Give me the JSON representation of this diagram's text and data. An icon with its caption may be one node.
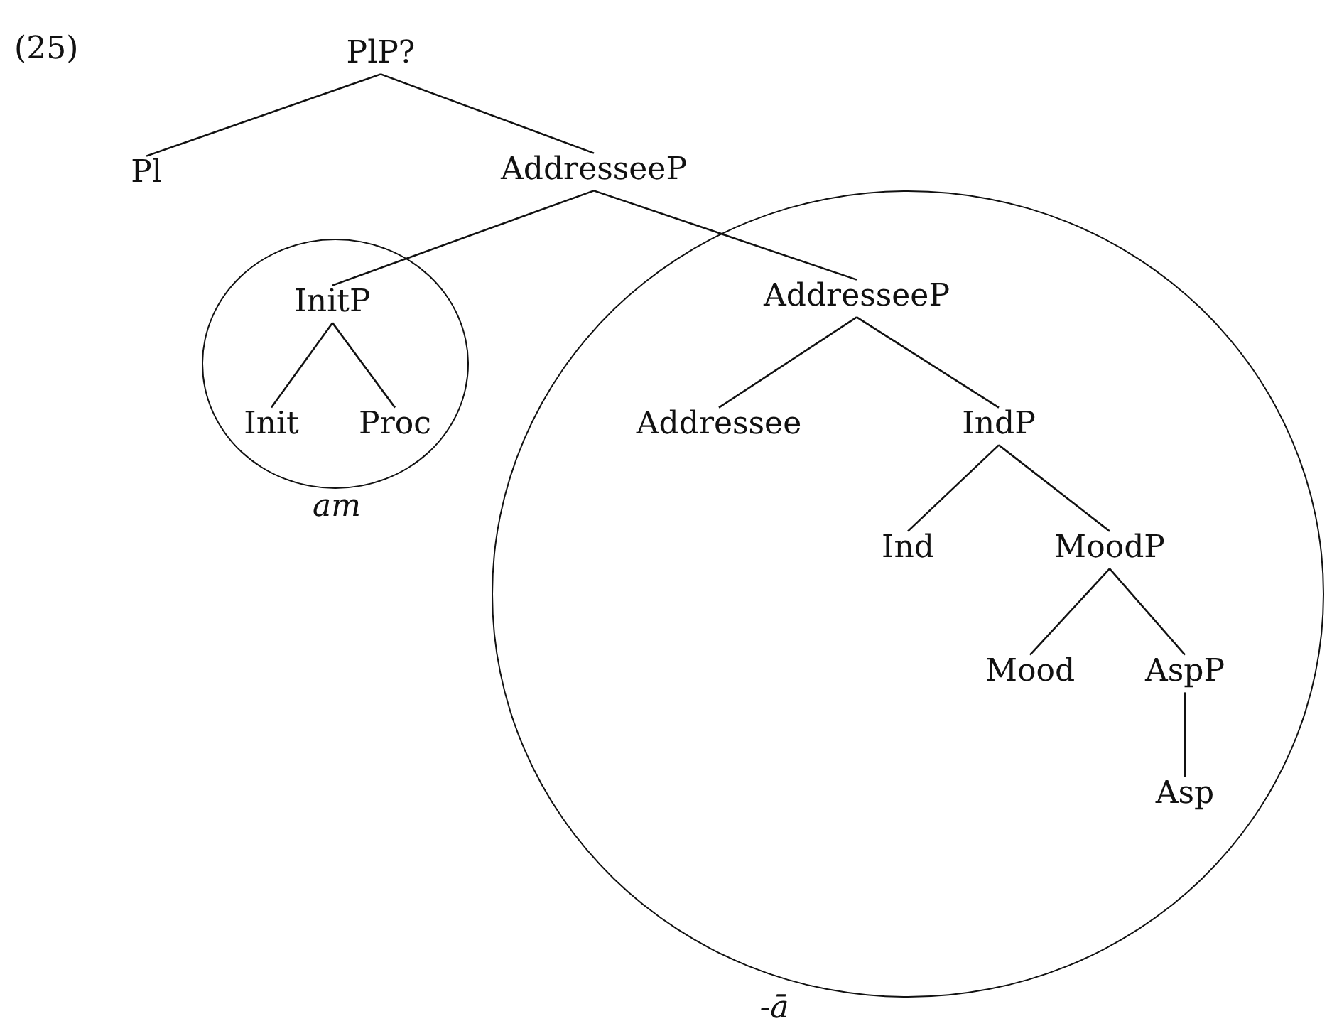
{
  "diagram": {
    "nodes": [
      {
        "text": [
          "PlP?"
        ]
      },
      {
        "text": [
          "Pl"
        ]
      },
      {
        "text": [
          "AddresseeP"
        ]
      },
      {
        "text": [
          "*am*"
        ]
      },
      {
        "text": [
          "InitP"
        ],
        "in": 3
      },
      {
        "text": [
          "Init"
        ],
        "in": 3
      },
      {
        "text": [
          "Proc"
        ],
        "in": 3
      },
      {
        "text": [
          "*-ā*"
        ]
      },
      {
        "text": [
          "AddresseeP"
        ],
        "in": 7
      },
      {
        "text": [
          "Addressee"
        ],
        "in": 7
      },
      {
        "text": [
          "IndP"
        ],
        "in": 7
      },
      {
        "text": [
          "Ind"
        ],
        "in": 7
      },
      {
        "text": [
          "MoodP"
        ],
        "in": 7
      },
      {
        "text": [
          "Mood"
        ],
        "in": 7
      },
      {
        "text": [
          "AspP"
        ],
        "in": 7
      },
      {
        "text": [
          "Asp"
        ],
        "in": 7
      }
    ],
    "edges": [
      {
        "from": 0,
        "to": 1,
        "arrow": "none"
      },
      {
        "from": 0,
        "to": 2,
        "arrow": "none"
      },
      {
        "from": 2,
        "to": 4,
        "arrow": "none"
      },
      {
        "from": 2,
        "to": 8,
        "arrow": "none"
      },
      {
        "from": 4,
        "to": 5,
        "arrow": "none"
      },
      {
        "from": 4,
        "to": 6,
        "arrow": "none"
      },
      {
        "from": 8,
        "to": 9,
        "arrow": "none"
      },
      {
        "from": 8,
        "to": 10,
        "arrow": "none"
      },
      {
        "from": 10,
        "to": 11,
        "arrow": "none"
      },
      {
        "from": 10,
        "to": 12,
        "arrow": "none"
      },
      {
        "from": 12,
        "to": 13,
        "arrow": "none"
      },
      {
        "from": 12,
        "to": 14,
        "arrow": "none"
      },
      {
        "from": 14,
        "to": 15,
        "arrow": "none"
      }
    ],
    "labels": [
      "(25)"
    ]
  }
}
